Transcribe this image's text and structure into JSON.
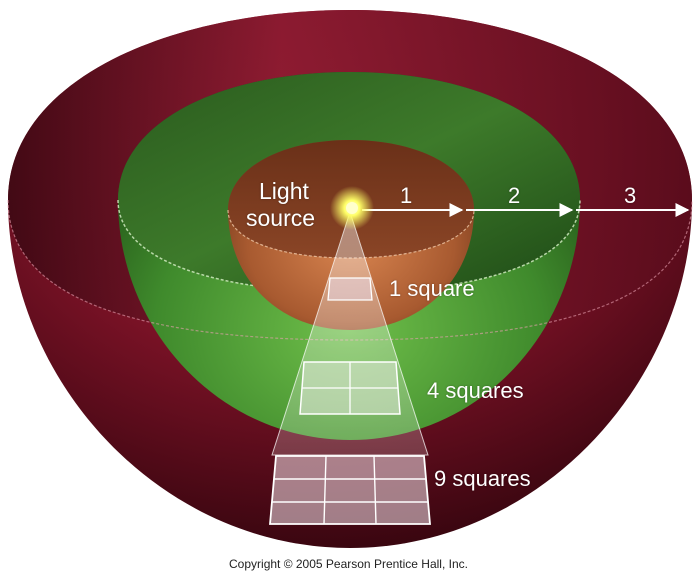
{
  "labels": {
    "light_source_line1": "Light",
    "light_source_line2": "source",
    "distance_1": "1",
    "distance_2": "2",
    "distance_3": "3",
    "area_1": "1 square",
    "area_2": "4 squares",
    "area_3": "9 squares"
  },
  "copyright": "Copyright © 2005 Pearson Prentice Hall, Inc.",
  "colors": {
    "outer_shell": "#7a1226",
    "middle_shell": "#3f8a2c",
    "inner_shell": "#a85a30",
    "arrow": "#ffffff",
    "light": "#ffff66"
  },
  "icons": [
    "light-source-glow-icon",
    "distance-arrow-icon",
    "pyramid-beam-icon"
  ]
}
